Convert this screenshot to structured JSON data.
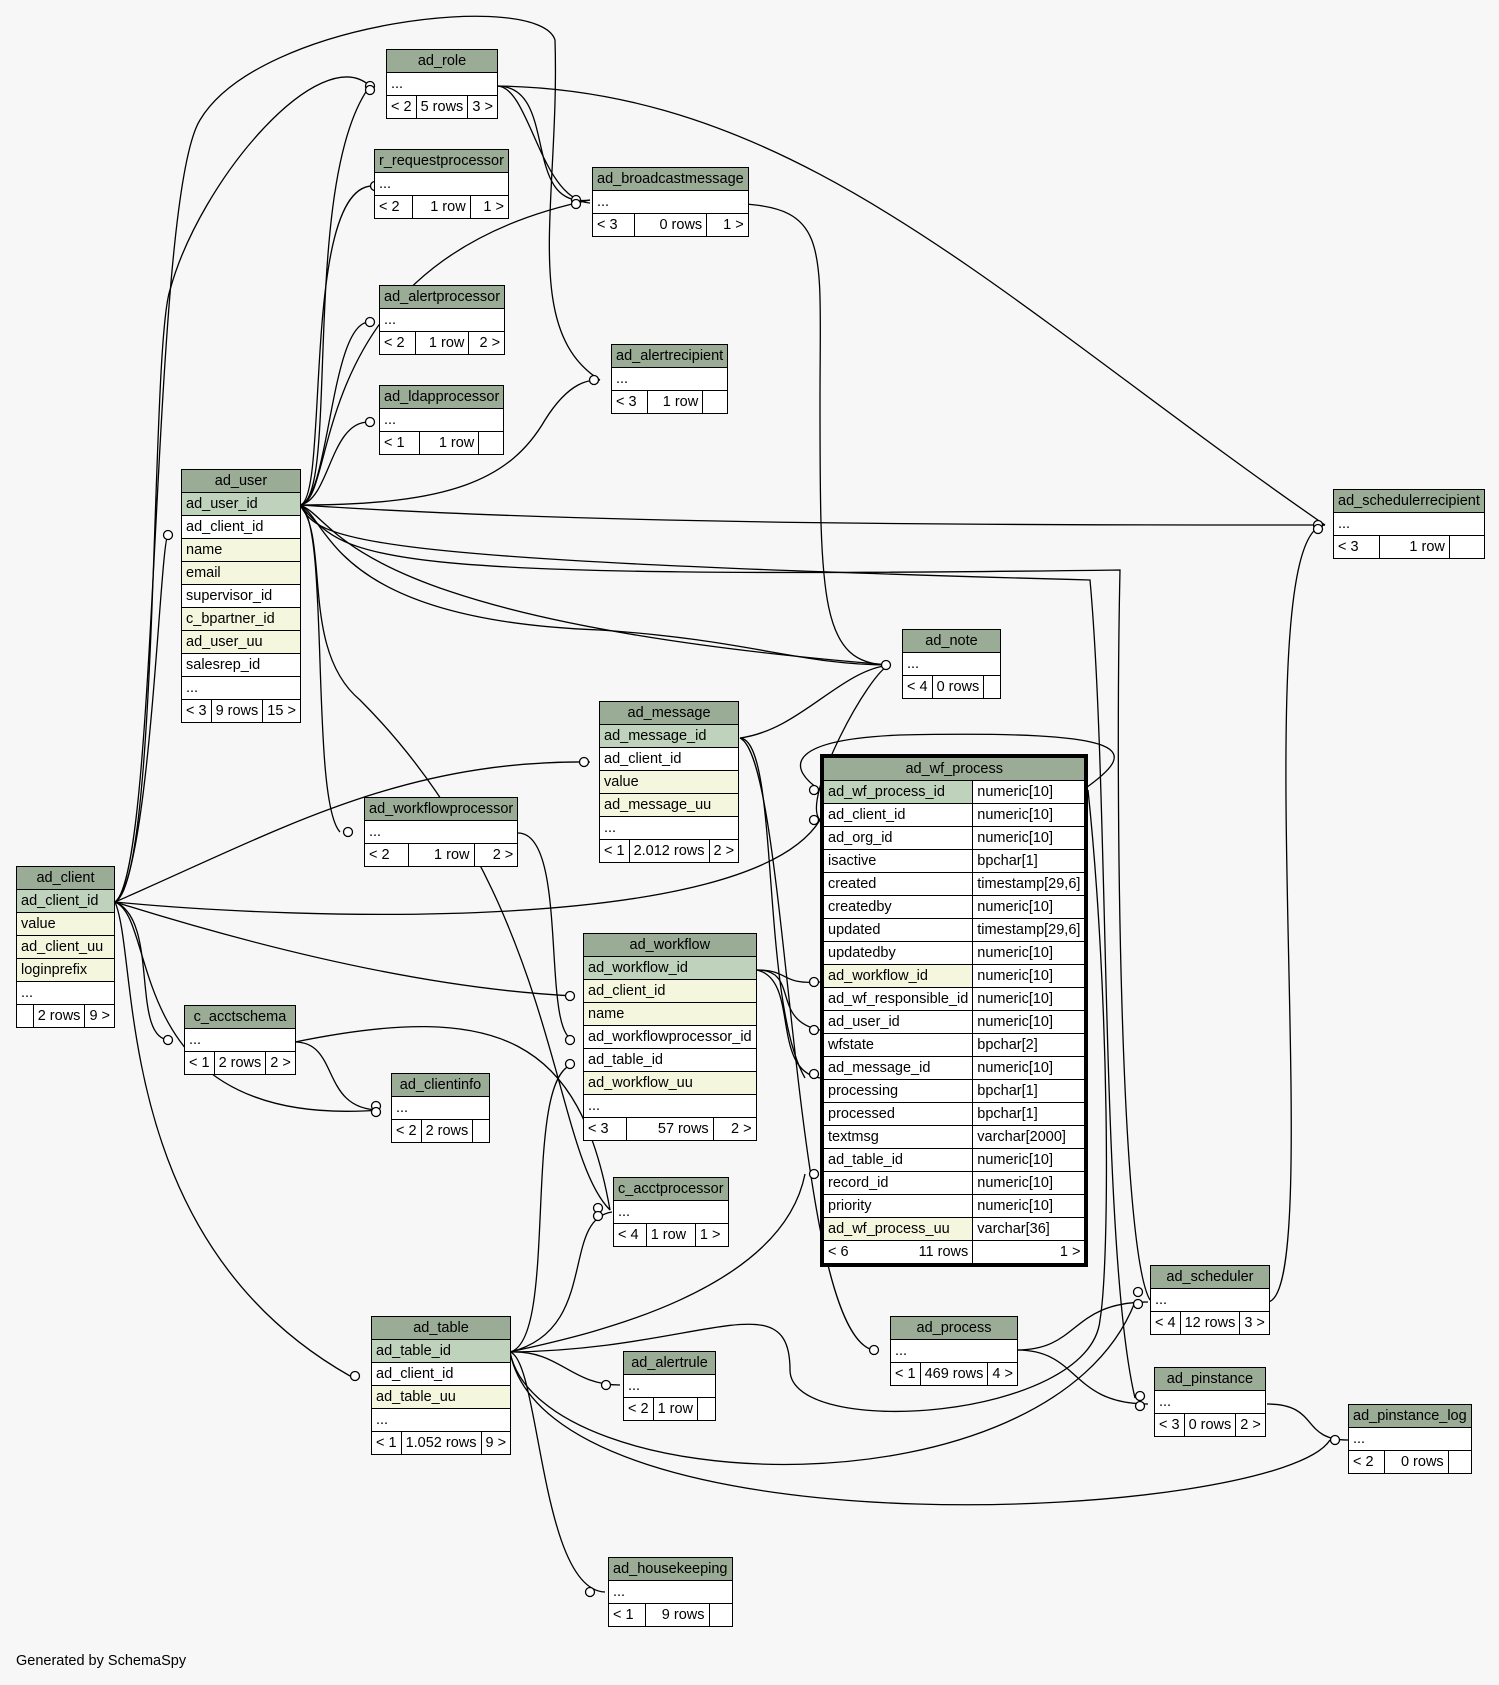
{
  "footer": "Generated by SchemaSpy",
  "tables": {
    "ad_role": {
      "title": "ad_role",
      "cols": [
        "..."
      ],
      "footer": [
        "< 2",
        "5 rows",
        "3 >"
      ]
    },
    "r_requestprocessor": {
      "title": "r_requestprocessor",
      "cols": [
        "..."
      ],
      "footer": [
        "< 2",
        "1 row",
        "1 >"
      ]
    },
    "ad_broadcastmessage": {
      "title": "ad_broadcastmessage",
      "cols": [
        "..."
      ],
      "footer": [
        "< 3",
        "0 rows",
        "1 >"
      ]
    },
    "ad_alertprocessor": {
      "title": "ad_alertprocessor",
      "cols": [
        "..."
      ],
      "footer": [
        "< 2",
        "1 row",
        "2 >"
      ]
    },
    "ad_alertrecipient": {
      "title": "ad_alertrecipient",
      "cols": [
        "..."
      ],
      "footer": [
        "< 3",
        "1 row",
        ""
      ]
    },
    "ad_ldapprocessor": {
      "title": "ad_ldapprocessor",
      "cols": [
        "..."
      ],
      "footer": [
        "< 1",
        "1 row",
        ""
      ]
    },
    "ad_user": {
      "title": "ad_user",
      "cols": [
        "ad_user_id",
        "ad_client_id",
        "name",
        "email",
        "supervisor_id",
        "c_bpartner_id",
        "ad_user_uu",
        "salesrep_id",
        "..."
      ],
      "footer": [
        "< 3",
        "9 rows",
        "15 >"
      ]
    },
    "ad_schedulerrecipient": {
      "title": "ad_schedulerrecipient",
      "cols": [
        "..."
      ],
      "footer": [
        "< 3",
        "1 row",
        ""
      ]
    },
    "ad_note": {
      "title": "ad_note",
      "cols": [
        "..."
      ],
      "footer": [
        "< 4",
        "0 rows",
        ""
      ]
    },
    "ad_message": {
      "title": "ad_message",
      "cols": [
        "ad_message_id",
        "ad_client_id",
        "value",
        "ad_message_uu",
        "..."
      ],
      "footer": [
        "< 1",
        "2.012 rows",
        "2 >"
      ]
    },
    "ad_wf_process": {
      "title": "ad_wf_process",
      "rows": [
        [
          "ad_wf_process_id",
          "numeric[10]"
        ],
        [
          "ad_client_id",
          "numeric[10]"
        ],
        [
          "ad_org_id",
          "numeric[10]"
        ],
        [
          "isactive",
          "bpchar[1]"
        ],
        [
          "created",
          "timestamp[29,6]"
        ],
        [
          "createdby",
          "numeric[10]"
        ],
        [
          "updated",
          "timestamp[29,6]"
        ],
        [
          "updatedby",
          "numeric[10]"
        ],
        [
          "ad_workflow_id",
          "numeric[10]"
        ],
        [
          "ad_wf_responsible_id",
          "numeric[10]"
        ],
        [
          "ad_user_id",
          "numeric[10]"
        ],
        [
          "wfstate",
          "bpchar[2]"
        ],
        [
          "ad_message_id",
          "numeric[10]"
        ],
        [
          "processing",
          "bpchar[1]"
        ],
        [
          "processed",
          "bpchar[1]"
        ],
        [
          "textmsg",
          "varchar[2000]"
        ],
        [
          "ad_table_id",
          "numeric[10]"
        ],
        [
          "record_id",
          "numeric[10]"
        ],
        [
          "priority",
          "numeric[10]"
        ],
        [
          "ad_wf_process_uu",
          "varchar[36]"
        ]
      ],
      "footer": [
        "< 6",
        "11 rows",
        "1 >"
      ]
    },
    "ad_workflowprocessor": {
      "title": "ad_workflowprocessor",
      "cols": [
        "..."
      ],
      "footer": [
        "< 2",
        "1 row",
        "2 >"
      ]
    },
    "ad_client": {
      "title": "ad_client",
      "cols": [
        "ad_client_id",
        "value",
        "ad_client_uu",
        "loginprefix",
        "..."
      ],
      "footer": [
        "",
        "2 rows",
        "9 >"
      ]
    },
    "ad_workflow": {
      "title": "ad_workflow",
      "cols": [
        "ad_workflow_id",
        "ad_client_id",
        "name",
        "ad_workflowprocessor_id",
        "ad_table_id",
        "ad_workflow_uu",
        "..."
      ],
      "footer": [
        "< 3",
        "57 rows",
        "2 >"
      ]
    },
    "c_acctschema": {
      "title": "c_acctschema",
      "cols": [
        "..."
      ],
      "footer": [
        "< 1",
        "2 rows",
        "2 >"
      ]
    },
    "ad_clientinfo": {
      "title": "ad_clientinfo",
      "cols": [
        "..."
      ],
      "footer": [
        "< 2",
        "2 rows",
        ""
      ]
    },
    "c_acctprocessor": {
      "title": "c_acctprocessor",
      "cols": [
        "..."
      ],
      "footer": [
        "< 4",
        "1 row",
        "1 >"
      ]
    },
    "ad_scheduler": {
      "title": "ad_scheduler",
      "cols": [
        "..."
      ],
      "footer": [
        "< 4",
        "12 rows",
        "3 >"
      ]
    },
    "ad_table": {
      "title": "ad_table",
      "cols": [
        "ad_table_id",
        "ad_client_id",
        "ad_table_uu",
        "..."
      ],
      "footer": [
        "< 1",
        "1.052 rows",
        "9 >"
      ]
    },
    "ad_process": {
      "title": "ad_process",
      "cols": [
        "..."
      ],
      "footer": [
        "< 1",
        "469 rows",
        "4 >"
      ]
    },
    "ad_alertrule": {
      "title": "ad_alertrule",
      "cols": [
        "..."
      ],
      "footer": [
        "< 2",
        "1 row",
        ""
      ]
    },
    "ad_pinstance": {
      "title": "ad_pinstance",
      "cols": [
        "..."
      ],
      "footer": [
        "< 3",
        "0 rows",
        "2 >"
      ]
    },
    "ad_pinstance_log": {
      "title": "ad_pinstance_log",
      "cols": [
        "..."
      ],
      "footer": [
        "< 2",
        "0 rows",
        ""
      ]
    },
    "ad_housekeeping": {
      "title": "ad_housekeeping",
      "cols": [
        "..."
      ],
      "footer": [
        "< 1",
        "9 rows",
        ""
      ]
    }
  }
}
